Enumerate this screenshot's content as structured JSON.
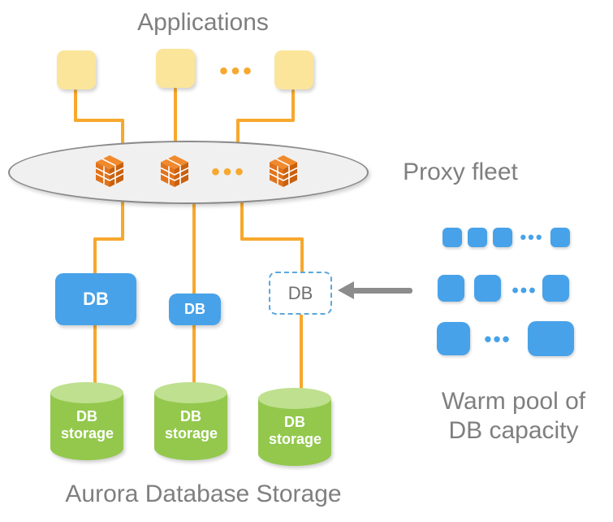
{
  "labels": {
    "applications": "Applications",
    "proxy_fleet": "Proxy fleet",
    "warm_pool_line1": "Warm pool of",
    "warm_pool_line2": "DB capacity",
    "aurora_storage": "Aurora Database Storage",
    "ellipsis": "•••"
  },
  "db_nodes": [
    {
      "label": "DB",
      "style": "solid-large"
    },
    {
      "label": "DB",
      "style": "solid-small"
    },
    {
      "label": "DB",
      "style": "dashed-placeholder"
    }
  ],
  "storage_nodes": [
    {
      "label": "DB storage"
    },
    {
      "label": "DB storage"
    },
    {
      "label": "DB storage"
    }
  ],
  "icons": {
    "proxy_icon": "aws-proxy-cube-icon",
    "arrow_icon": "left-arrow-icon"
  },
  "colors": {
    "app_box_yellow": "#FBE59B",
    "connector_orange": "#F7A82D",
    "db_blue": "#47A2E9",
    "storage_green": "#93C84D",
    "storage_green_top": "#BFE08F",
    "proxy_orange": "#E0731C",
    "label_gray": "#7F7F7F",
    "arrow_gray": "#8C8C8C"
  }
}
